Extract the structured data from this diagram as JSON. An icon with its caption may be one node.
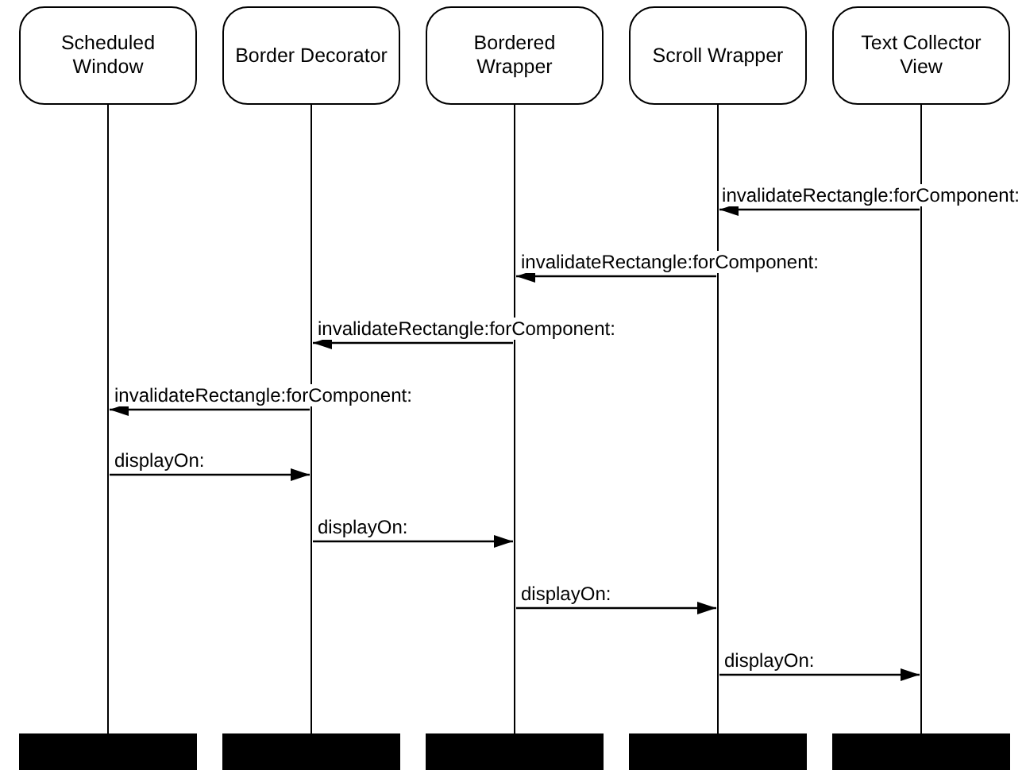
{
  "diagram": {
    "nodes": [
      {
        "text": [
          "Scheduled Window"
        ]
      },
      {
        "text": [
          "Border Decorator"
        ]
      },
      {
        "text": [
          "Bordered Wrapper"
        ]
      },
      {
        "text": [
          "Scroll Wrapper"
        ]
      },
      {
        "text": [
          "Text Collector View"
        ]
      },
      {
        "text": [],
        "shape": "line"
      },
      {
        "text": [],
        "shape": "line"
      },
      {
        "text": [],
        "shape": "line"
      },
      {
        "text": [],
        "shape": "line"
      },
      {
        "text": [],
        "shape": "line"
      },
      {
        "text": [],
        "shape": "bar"
      },
      {
        "text": [],
        "shape": "bar"
      },
      {
        "text": [],
        "shape": "bar"
      },
      {
        "text": [],
        "shape": "bar"
      },
      {
        "text": [],
        "shape": "bar"
      }
    ],
    "edges": [
      {
        "from": 9,
        "to": 8,
        "arrow": "to",
        "label": "invalidateRectangle:forComponent:"
      },
      {
        "from": 8,
        "to": 7,
        "arrow": "to",
        "label": "invalidateRectangle:forComponent:"
      },
      {
        "from": 7,
        "to": 6,
        "arrow": "to",
        "label": "invalidateRectangle:forComponent:"
      },
      {
        "from": 6,
        "to": 5,
        "arrow": "to",
        "label": "invalidateRectangle:forComponent:"
      },
      {
        "from": 5,
        "to": 6,
        "arrow": "to",
        "label": "displayOn:"
      },
      {
        "from": 6,
        "to": 7,
        "arrow": "to",
        "label": "displayOn:"
      },
      {
        "from": 7,
        "to": 8,
        "arrow": "to",
        "label": "displayOn:"
      },
      {
        "from": 8,
        "to": 9,
        "arrow": "to",
        "label": "displayOn:"
      }
    ]
  }
}
